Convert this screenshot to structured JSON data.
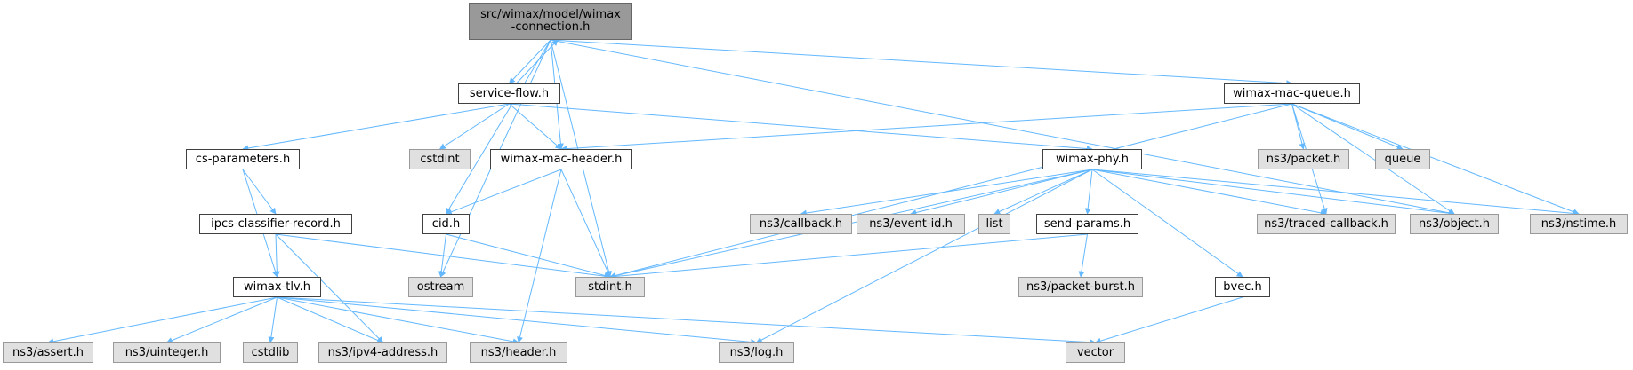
{
  "nodes": [
    {
      "id": "root",
      "label": "src/wimax/model/wimax\n-connection.h",
      "kind": "root"
    },
    {
      "id": "service_flow",
      "label": "service-flow.h",
      "kind": "local"
    },
    {
      "id": "wimax_mac_queue",
      "label": "wimax-mac-queue.h",
      "kind": "local"
    },
    {
      "id": "cs_parameters",
      "label": "cs-parameters.h",
      "kind": "local"
    },
    {
      "id": "cstdint",
      "label": "cstdint",
      "kind": "external"
    },
    {
      "id": "wimax_mac_header",
      "label": "wimax-mac-header.h",
      "kind": "local"
    },
    {
      "id": "wimax_phy",
      "label": "wimax-phy.h",
      "kind": "local"
    },
    {
      "id": "ns3_packet",
      "label": "ns3/packet.h",
      "kind": "external"
    },
    {
      "id": "queue",
      "label": "queue",
      "kind": "external"
    },
    {
      "id": "ipcs",
      "label": "ipcs-classifier-record.h",
      "kind": "local"
    },
    {
      "id": "cid",
      "label": "cid.h",
      "kind": "local"
    },
    {
      "id": "ns3_callback",
      "label": "ns3/callback.h",
      "kind": "external"
    },
    {
      "id": "ns3_event_id",
      "label": "ns3/event-id.h",
      "kind": "external"
    },
    {
      "id": "list",
      "label": "list",
      "kind": "external"
    },
    {
      "id": "send_params",
      "label": "send-params.h",
      "kind": "local"
    },
    {
      "id": "ns3_traced_callback",
      "label": "ns3/traced-callback.h",
      "kind": "external"
    },
    {
      "id": "ns3_object",
      "label": "ns3/object.h",
      "kind": "external"
    },
    {
      "id": "ns3_nstime",
      "label": "ns3/nstime.h",
      "kind": "external"
    },
    {
      "id": "wimax_tlv",
      "label": "wimax-tlv.h",
      "kind": "local"
    },
    {
      "id": "ostream",
      "label": "ostream",
      "kind": "external"
    },
    {
      "id": "stdint",
      "label": "stdint.h",
      "kind": "external"
    },
    {
      "id": "ns3_packet_burst",
      "label": "ns3/packet-burst.h",
      "kind": "external"
    },
    {
      "id": "bvec",
      "label": "bvec.h",
      "kind": "local"
    },
    {
      "id": "ns3_assert",
      "label": "ns3/assert.h",
      "kind": "external"
    },
    {
      "id": "ns3_uinteger",
      "label": "ns3/uinteger.h",
      "kind": "external"
    },
    {
      "id": "cstdlib",
      "label": "cstdlib",
      "kind": "external"
    },
    {
      "id": "ns3_ipv4_address",
      "label": "ns3/ipv4-address.h",
      "kind": "external"
    },
    {
      "id": "ns3_header",
      "label": "ns3/header.h",
      "kind": "external"
    },
    {
      "id": "ns3_log",
      "label": "ns3/log.h",
      "kind": "external"
    },
    {
      "id": "vector",
      "label": "vector",
      "kind": "external"
    }
  ],
  "edges": [
    [
      "root",
      "service_flow"
    ],
    [
      "root",
      "wimax_mac_queue"
    ],
    [
      "root",
      "wimax_mac_header"
    ],
    [
      "root",
      "cid"
    ],
    [
      "root",
      "ostream"
    ],
    [
      "root",
      "stdint"
    ],
    [
      "root",
      "ns3_object"
    ],
    [
      "service_flow",
      "root"
    ],
    [
      "service_flow",
      "cs_parameters"
    ],
    [
      "service_flow",
      "cstdint"
    ],
    [
      "service_flow",
      "wimax_mac_header"
    ],
    [
      "service_flow",
      "wimax_phy"
    ],
    [
      "wimax_mac_queue",
      "wimax_mac_header"
    ],
    [
      "wimax_mac_queue",
      "stdint"
    ],
    [
      "wimax_mac_queue",
      "ns3_packet"
    ],
    [
      "wimax_mac_queue",
      "queue"
    ],
    [
      "wimax_mac_queue",
      "ns3_traced_callback"
    ],
    [
      "wimax_mac_queue",
      "ns3_object"
    ],
    [
      "wimax_mac_queue",
      "ns3_nstime"
    ],
    [
      "cs_parameters",
      "ipcs"
    ],
    [
      "cs_parameters",
      "wimax_tlv"
    ],
    [
      "ipcs",
      "wimax_tlv"
    ],
    [
      "ipcs",
      "ns3_ipv4_address"
    ],
    [
      "ipcs",
      "stdint"
    ],
    [
      "wimax_mac_header",
      "cid"
    ],
    [
      "wimax_mac_header",
      "stdint"
    ],
    [
      "wimax_mac_header",
      "ns3_header"
    ],
    [
      "cid",
      "ostream"
    ],
    [
      "cid",
      "stdint"
    ],
    [
      "wimax_phy",
      "stdint"
    ],
    [
      "wimax_phy",
      "ns3_callback"
    ],
    [
      "wimax_phy",
      "ns3_event_id"
    ],
    [
      "wimax_phy",
      "list"
    ],
    [
      "wimax_phy",
      "send_params"
    ],
    [
      "wimax_phy",
      "ns3_traced_callback"
    ],
    [
      "wimax_phy",
      "ns3_object"
    ],
    [
      "wimax_phy",
      "ns3_nstime"
    ],
    [
      "wimax_phy",
      "bvec"
    ],
    [
      "wimax_phy",
      "ns3_log"
    ],
    [
      "send_params",
      "stdint"
    ],
    [
      "send_params",
      "ns3_packet_burst"
    ],
    [
      "bvec",
      "vector"
    ],
    [
      "wimax_tlv",
      "ns3_assert"
    ],
    [
      "wimax_tlv",
      "ns3_uinteger"
    ],
    [
      "wimax_tlv",
      "cstdlib"
    ],
    [
      "wimax_tlv",
      "ns3_ipv4_address"
    ],
    [
      "wimax_tlv",
      "ns3_header"
    ],
    [
      "wimax_tlv",
      "ns3_log"
    ],
    [
      "wimax_tlv",
      "vector"
    ]
  ],
  "colors": {
    "edge": "#63b8ff",
    "root_fill": "#999999",
    "local_fill": "#ffffff",
    "external_fill": "#e0e0e0"
  }
}
